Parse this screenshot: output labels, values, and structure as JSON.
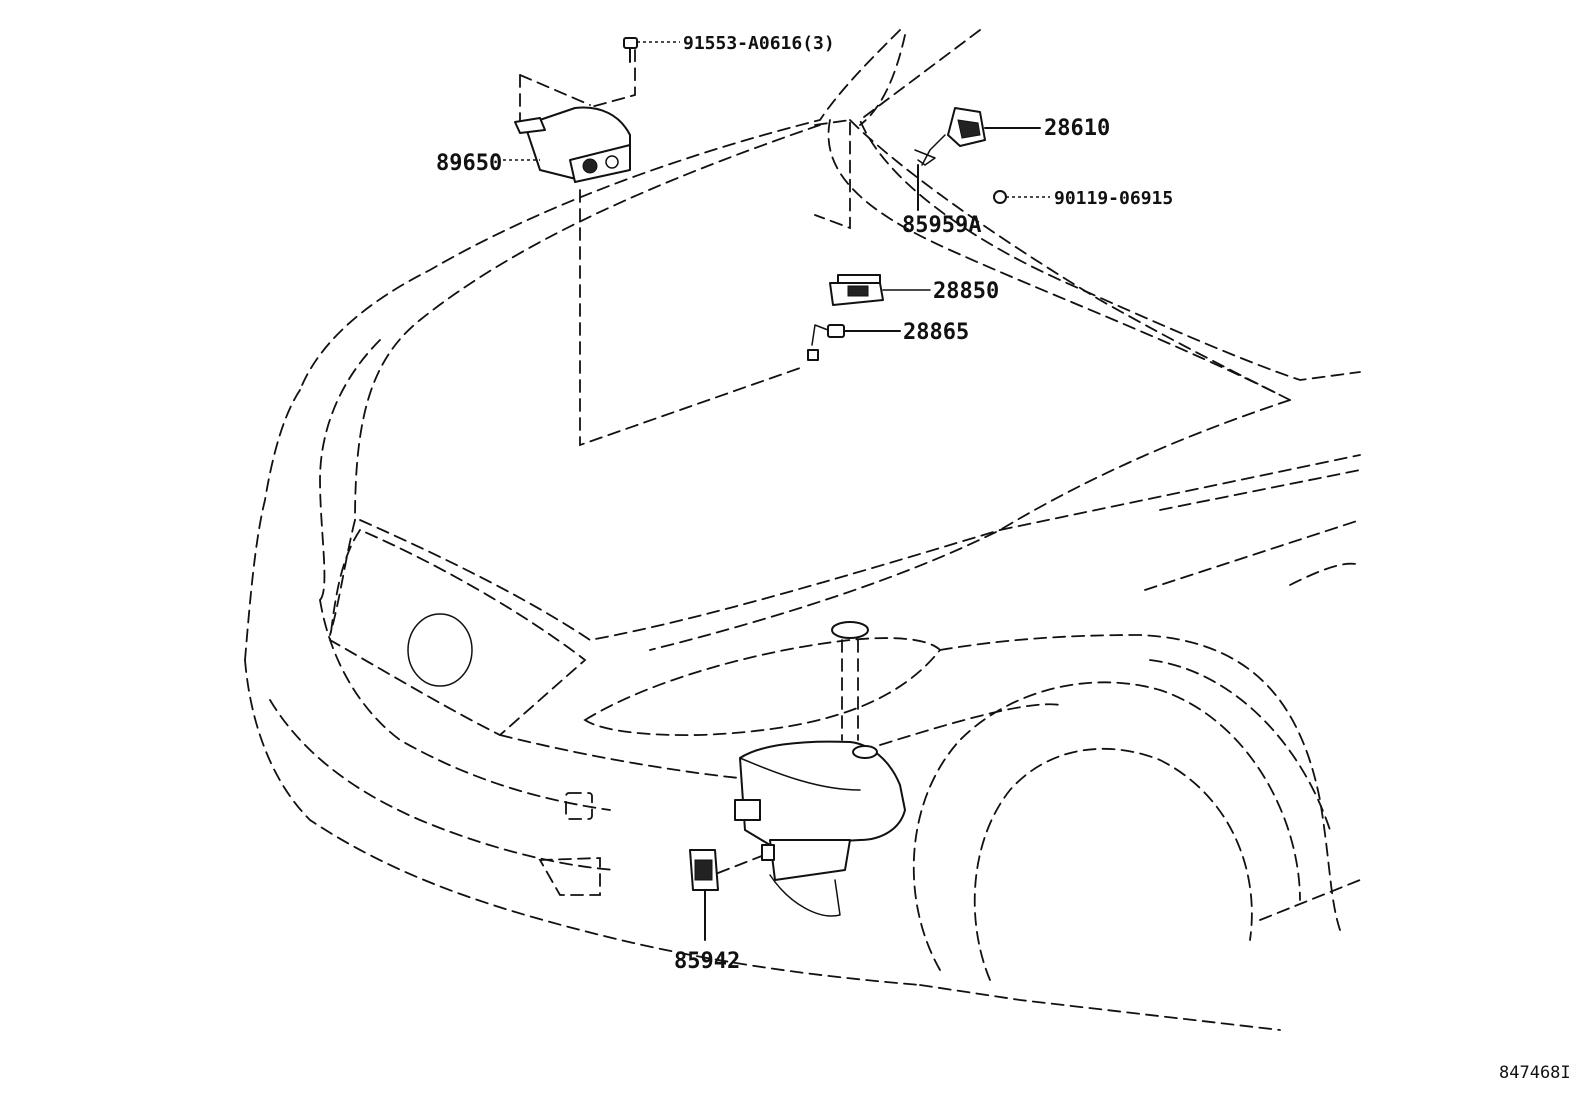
{
  "parts": [
    {
      "id": "bolt-top",
      "number": "91553-A0616(3)"
    },
    {
      "id": "controller",
      "number": "89650"
    },
    {
      "id": "sensor-28610",
      "number": "28610"
    },
    {
      "id": "screw",
      "number": "90119-06915"
    },
    {
      "id": "bracket",
      "number": "85959A"
    },
    {
      "id": "relay",
      "number": "28850"
    },
    {
      "id": "connector",
      "number": "28865"
    },
    {
      "id": "washer-pump-unit",
      "number": "85942"
    }
  ],
  "reference": "847468I"
}
